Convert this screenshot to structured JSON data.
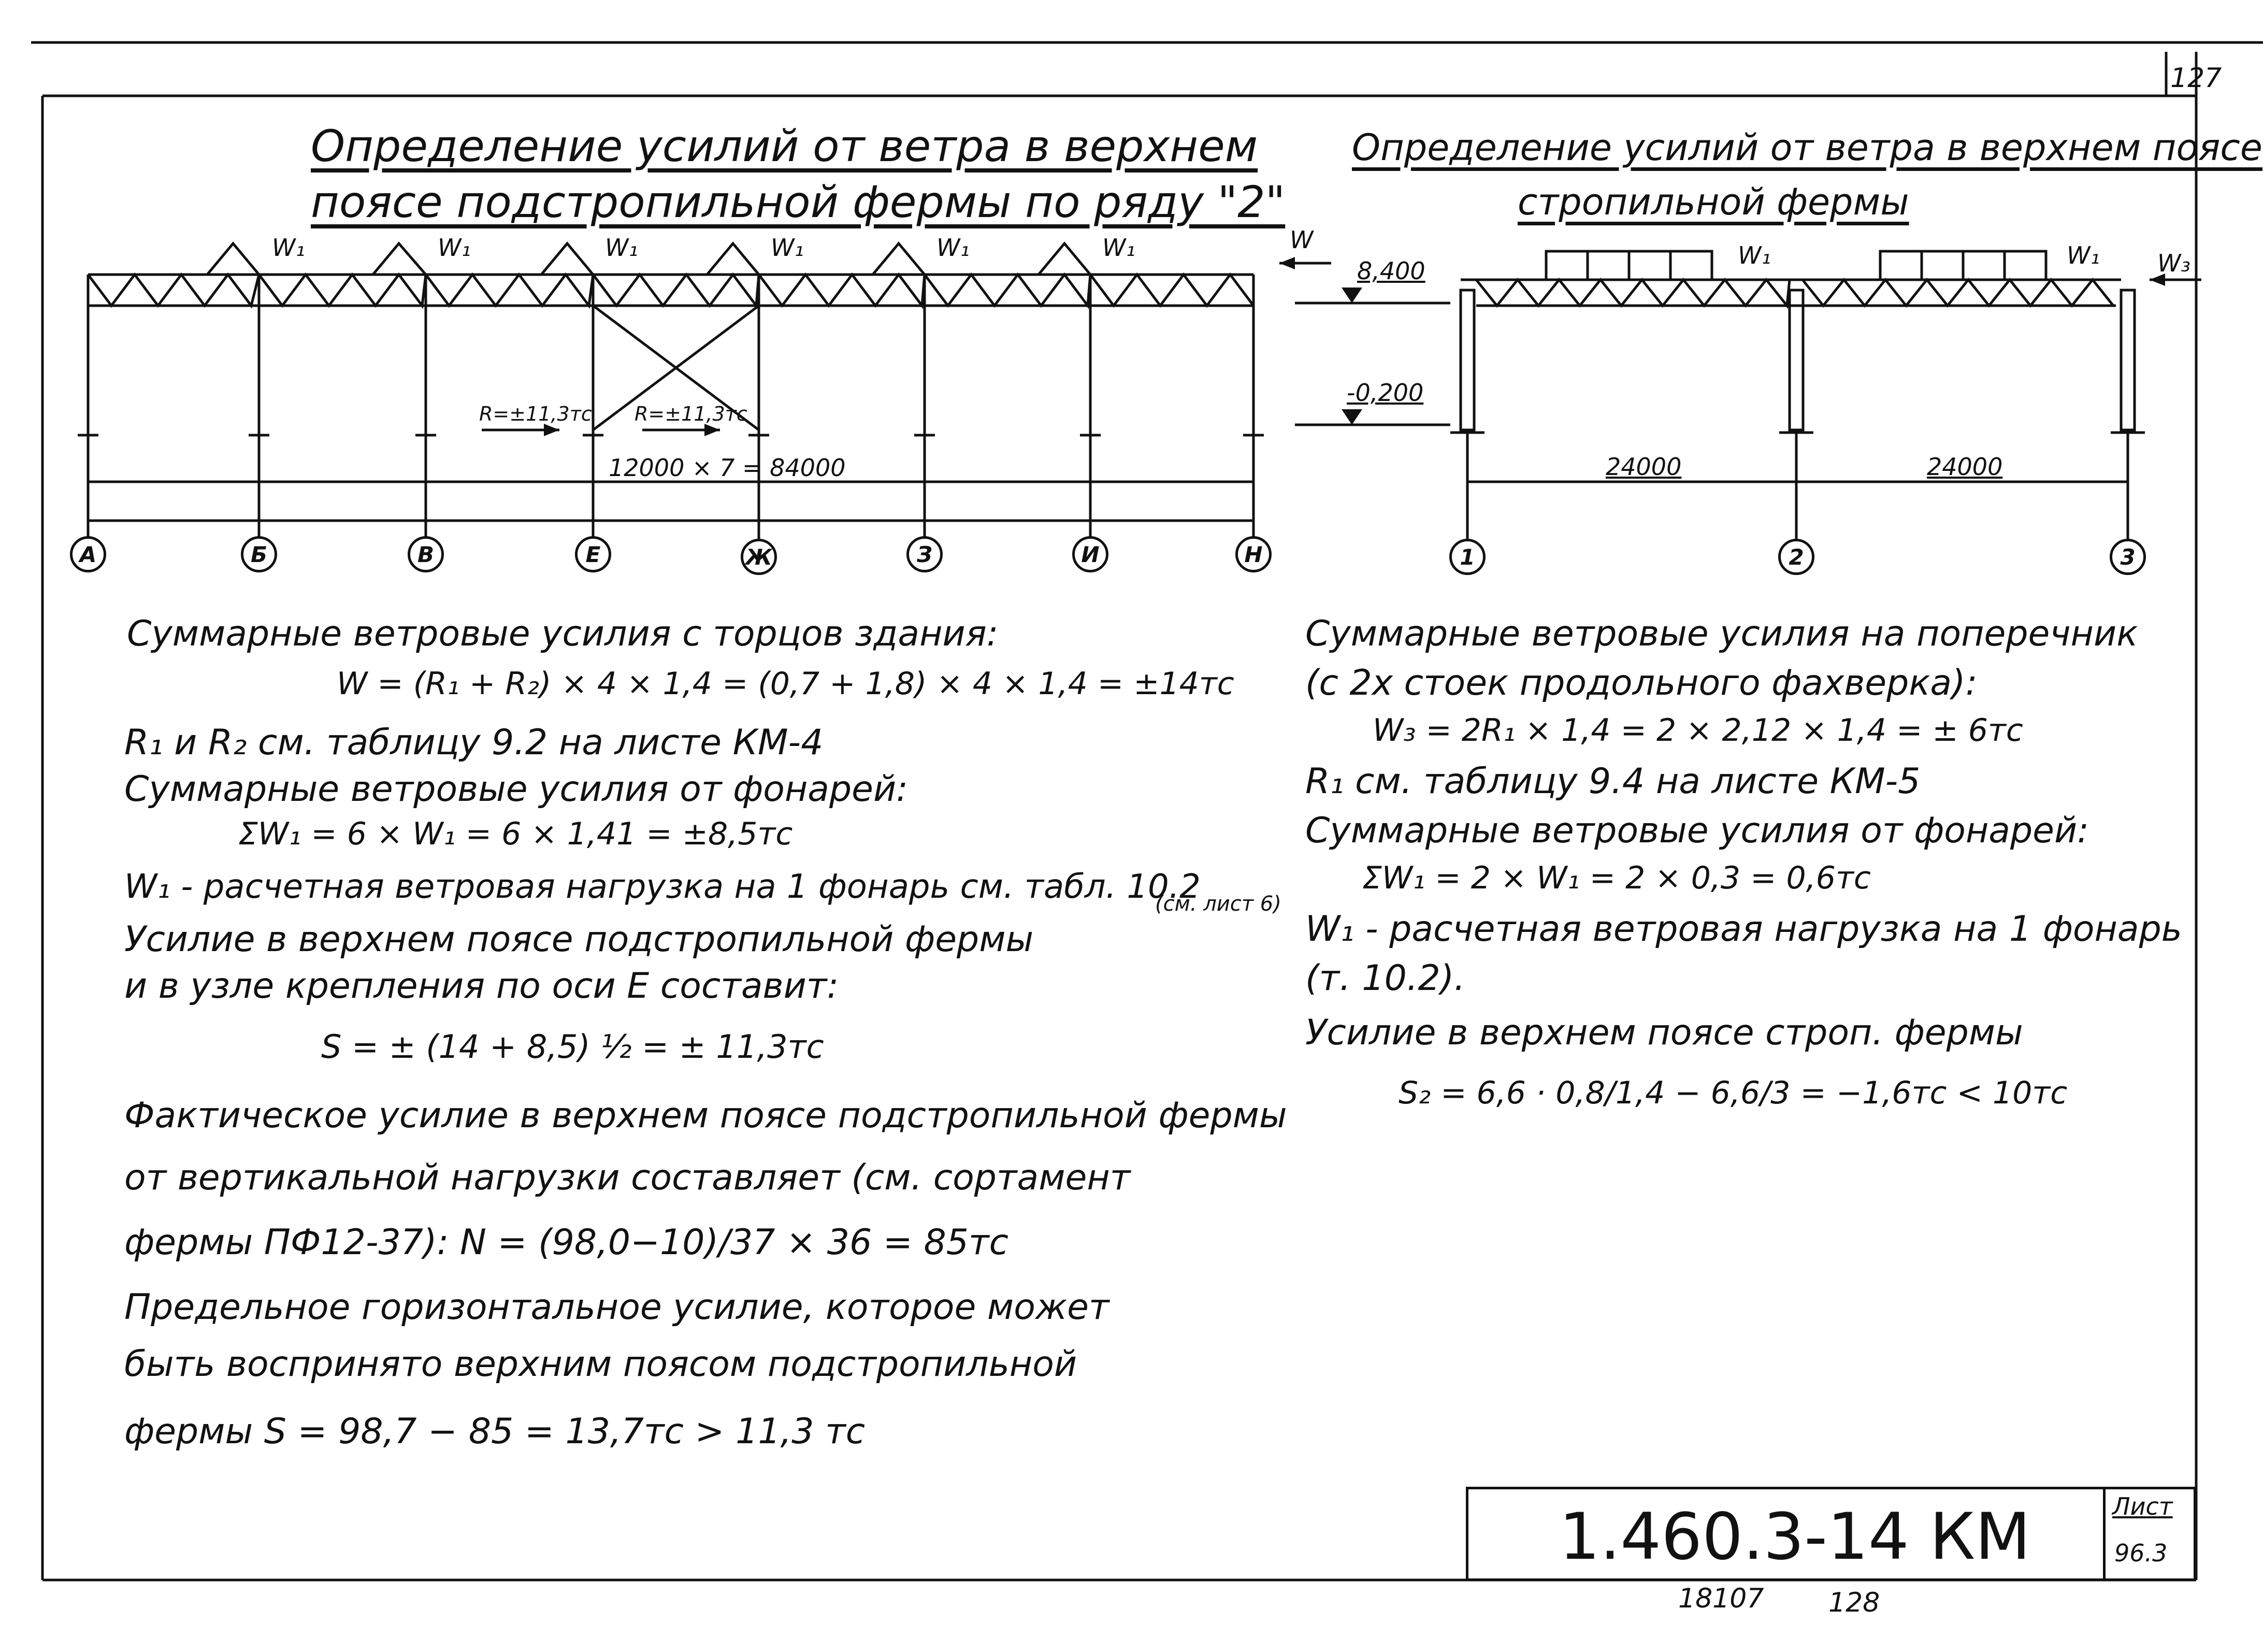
{
  "page_number": "127",
  "left": {
    "title_line1": "Определение усилий от ветра в верхнем",
    "title_line2": "поясе подстропильной фермы по ряду \"2\"",
    "load_label": "W₁",
    "end_load_label": "W",
    "reaction_left": "R=±11,3тс",
    "reaction_right": "R=±11,3тс",
    "dim_label": "12000 × 7 = 84000",
    "axes": [
      "А",
      "Б",
      "В",
      "Е",
      "Ж",
      "З",
      "И",
      "Н"
    ]
  },
  "levels": {
    "top": "8,400",
    "bottom": "-0,200"
  },
  "right": {
    "title_line1": "Определение усилий от ветра в верхнем поясе",
    "title_line2": "стропильной фермы",
    "load_label": "W₁",
    "end_load_label": "W₃",
    "span1": "24000",
    "span2": "24000",
    "axes": [
      "1",
      "2",
      "3"
    ]
  },
  "left_text": {
    "l1": "Суммарные ветровые усилия с торцов здания:",
    "l2": "W = (R₁ + R₂) × 4 × 1,4 = (0,7 + 1,8) × 4 × 1,4 = ±14тс",
    "l3": "R₁ и R₂ см. таблицу 9.2 на листе КМ-4",
    "l4": "Суммарные ветровые усилия от фонарей:",
    "l5": "ΣW₁ = 6 × W₁ = 6 × 1,41 = ±8,5тс",
    "l6": "W₁ - расчетная ветровая нагрузка на 1 фонарь см. табл. 10.2",
    "l6_note": "(см. лист 6)",
    "l7": "Усилие в верхнем поясе подстропильной фермы",
    "l8": "и в узле крепления по оси Е составит:",
    "l9": "S = ± (14 + 8,5) ½ = ± 11,3тс",
    "l10": "Фактическое усилие в верхнем поясе подстропильной фермы",
    "l11": "от вертикальной нагрузки составляет (см. сортамент",
    "l12": "фермы ПФ12-37):   N = (98,0−10)/37 × 36 = 85тс",
    "l13": "Предельное горизонтальное усилие, которое может",
    "l14": "быть воспринято верхним поясом подстропильной",
    "l15": "фермы    S = 98,7 − 85 = 13,7тс > 11,3 тс"
  },
  "right_text": {
    "r1": "Суммарные ветровые усилия на поперечник",
    "r2": "(с 2х стоек продольного фахверка):",
    "r3": "W₃ = 2R₁ × 1,4 = 2 × 2,12 × 1,4 = ± 6тс",
    "r4": "R₁ см. таблицу 9.4 на листе КМ-5",
    "r5": "Суммарные ветровые усилия от фонарей:",
    "r6": "ΣW₁ = 2 × W₁ = 2 × 0,3 = 0,6тс",
    "r7": "W₁ - расчетная ветровая нагрузка на 1 фонарь",
    "r8": "(т. 10.2).",
    "r9": "Усилие в верхнем поясе строп. фермы",
    "r10": "S₂ = 6,6 · 0,8/1,4 − 6,6/3 = −1,6тс < 10тс"
  },
  "stamp": {
    "code": "1.460.3-14 КМ",
    "sheet_label": "Лист",
    "sheet_number": "96.3"
  },
  "footer": {
    "number1": "18107",
    "number2": "128"
  }
}
